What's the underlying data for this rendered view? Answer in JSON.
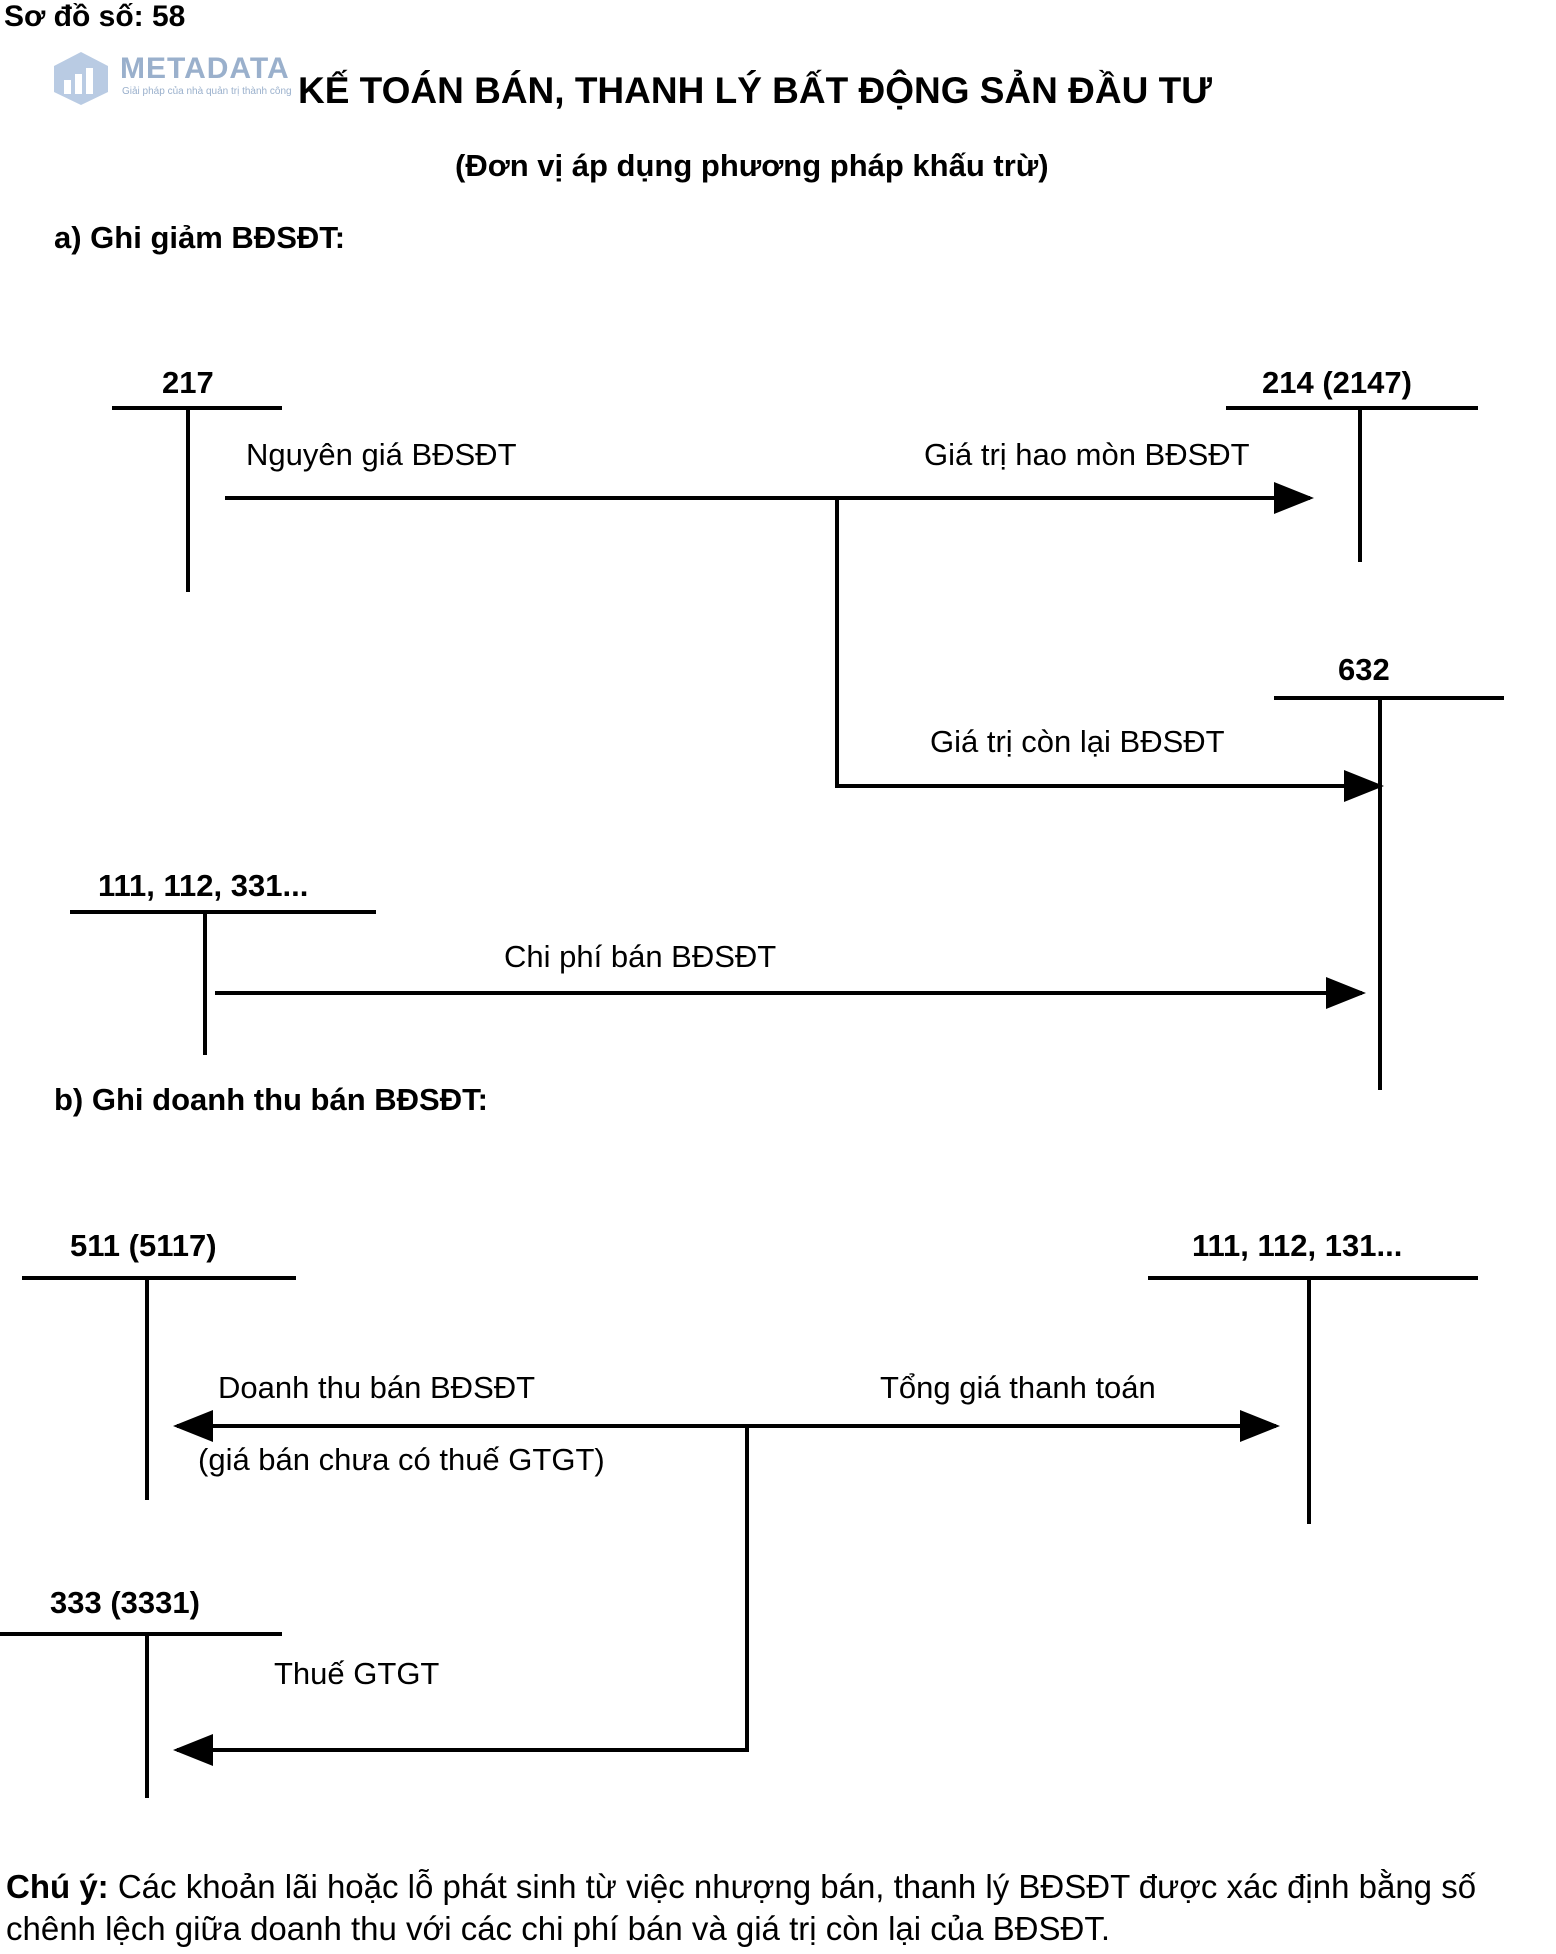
{
  "header": {
    "diagram_number": "Sơ đồ số: 58",
    "title": "KẾ TOÁN BÁN, THANH LÝ BẤT ĐỘNG SẢN ĐẦU TƯ",
    "subtitle": "(Đơn vị  áp dụng phương pháp khấu trừ)"
  },
  "logo": {
    "name": "METADATA",
    "tagline": "Giải pháp của nhà quản trị thành công",
    "icon": "bar-chart-logo-icon"
  },
  "section_a": {
    "heading": "a)  Ghi giảm BĐSĐT:",
    "accounts": {
      "acc_217": "217",
      "acc_214": "214 (2147)",
      "acc_632": "632",
      "acc_111_331": "111, 112, 331..."
    },
    "flows": {
      "original_cost": "Nguyên giá BĐSĐT",
      "depreciation": "Giá trị hao mòn BĐSĐT",
      "remaining_value": "Giá trị còn lại BĐSĐT",
      "selling_expense": "Chi phí bán BĐSĐT"
    }
  },
  "section_b": {
    "heading": "b) Ghi doanh thu bán BĐSĐT:",
    "accounts": {
      "acc_511": "511 (5117)",
      "acc_111_131": "111, 112, 131...",
      "acc_333": "333 (3331)"
    },
    "flows": {
      "revenue": "Doanh thu bán BĐSĐT",
      "revenue_note": "(giá bán chưa có thuế GTGT)",
      "total_payment": "Tổng giá thanh toán",
      "vat": "Thuế GTGT"
    }
  },
  "footnote": {
    "label": "Chú ý:",
    "text": " Các khoản lãi hoặc lỗ phát sinh từ việc nhượng bán, thanh lý BĐSĐT được xác định bằng số chênh lệch giữa doanh thu với các chi phí bán và giá trị còn lại của BĐSĐT."
  }
}
